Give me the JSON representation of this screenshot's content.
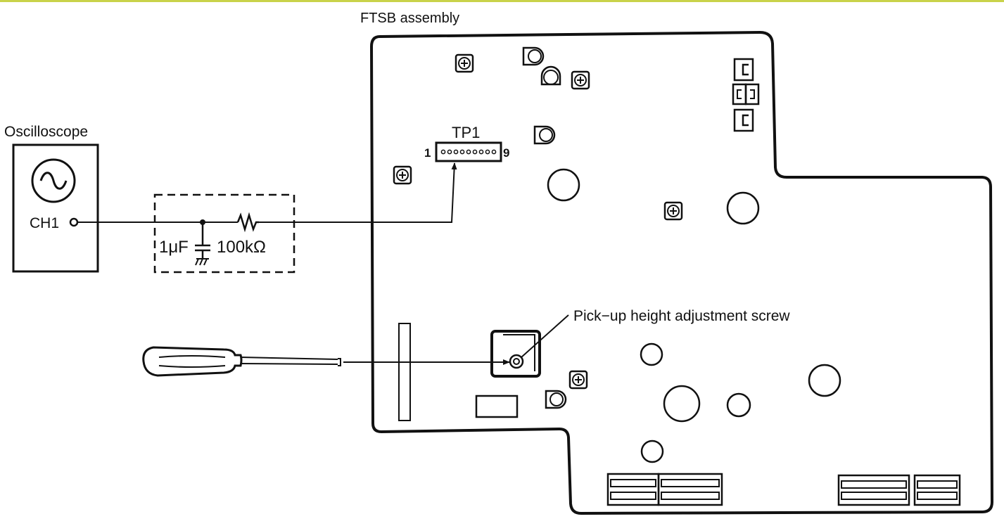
{
  "assembly_label": "FTSB assembly",
  "oscilloscope": {
    "label": "Oscilloscope",
    "channel": "CH1"
  },
  "test_point": {
    "label": "TP1",
    "pin_first": "1",
    "pin_last": "9"
  },
  "capacitor_label": "1μF",
  "resistor_label": "100kΩ",
  "adjustment_callout": "Pick−up height adjustment screw",
  "colors": {
    "ink": "#111111",
    "background": "#ffffff",
    "top_band": "#c9d24a"
  }
}
